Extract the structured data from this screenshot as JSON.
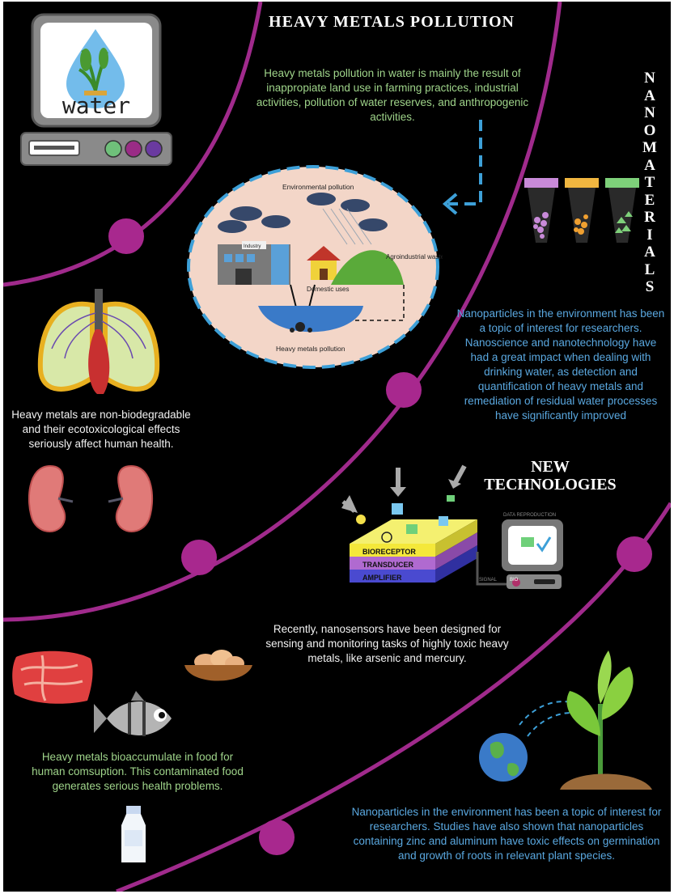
{
  "title": "HEAVY METALS POLLUTION",
  "nanomaterials_letters": [
    "N",
    "A",
    "N",
    "O",
    "M",
    "A",
    "T",
    "E",
    "R",
    "I",
    "A",
    "L",
    "S"
  ],
  "new_technologies": [
    "NEW",
    "TECHNOLOGIES"
  ],
  "water_logo": "water",
  "texts": {
    "intro": "Heavy metals pollution in water is mainly the result of inappropiate land use in farming practices, industrial activities, pollution of  water reserves, and anthropogenic activities.",
    "nanoparticles_1": "Nanoparticles in the environment has been a topic of interest for researchers.  Nanoscience and nanotechnology have had a great impact when dealing with drinking water, as detection and quantification of heavy metals and remediation of residual water processes have significantly improved",
    "health": "Heavy metals are non-biodegradable and their ecotoxicological effects seriously affect human health.",
    "nanosensors": "Recently, nanosensors have been designed for sensing and monitoring tasks of highly toxic heavy metals, like arsenic and mercury.",
    "food": "Heavy metals bioaccumulate in food for human comsuption. This contaminated food generates serious health problems.",
    "nanoparticles_2": "Nanoparticles in the environment has been a topic of interest for researchers.  Studies have also shown that nanoparticles containing zinc and aluminum have toxic effects on germination and growth of roots in relevant plant species."
  },
  "diagram_labels": {
    "environmental_pollution": "Environmental pollution",
    "industry": "Industry",
    "agroindustrial_waste": "Agroindustrial waste",
    "domestic_uses": "Domestic uses",
    "heavy_metals_pollution": "Heavy metals pollution"
  },
  "sensor_labels": {
    "bioreceptor": "BIORECEPTOR",
    "transducer": "TRANSDUCER",
    "amplifier": "AMPLIFIER",
    "data_reproduction": "DATA REPRODUCTION",
    "signal": "SIGNAL",
    "bio": "BIO"
  },
  "colors": {
    "background": "#000000",
    "curve": "#a02a8c",
    "dot": "#a8288e",
    "green_text": "#9fd48a",
    "blue_text": "#5aa8e0",
    "dashed": "#3da0d8"
  }
}
